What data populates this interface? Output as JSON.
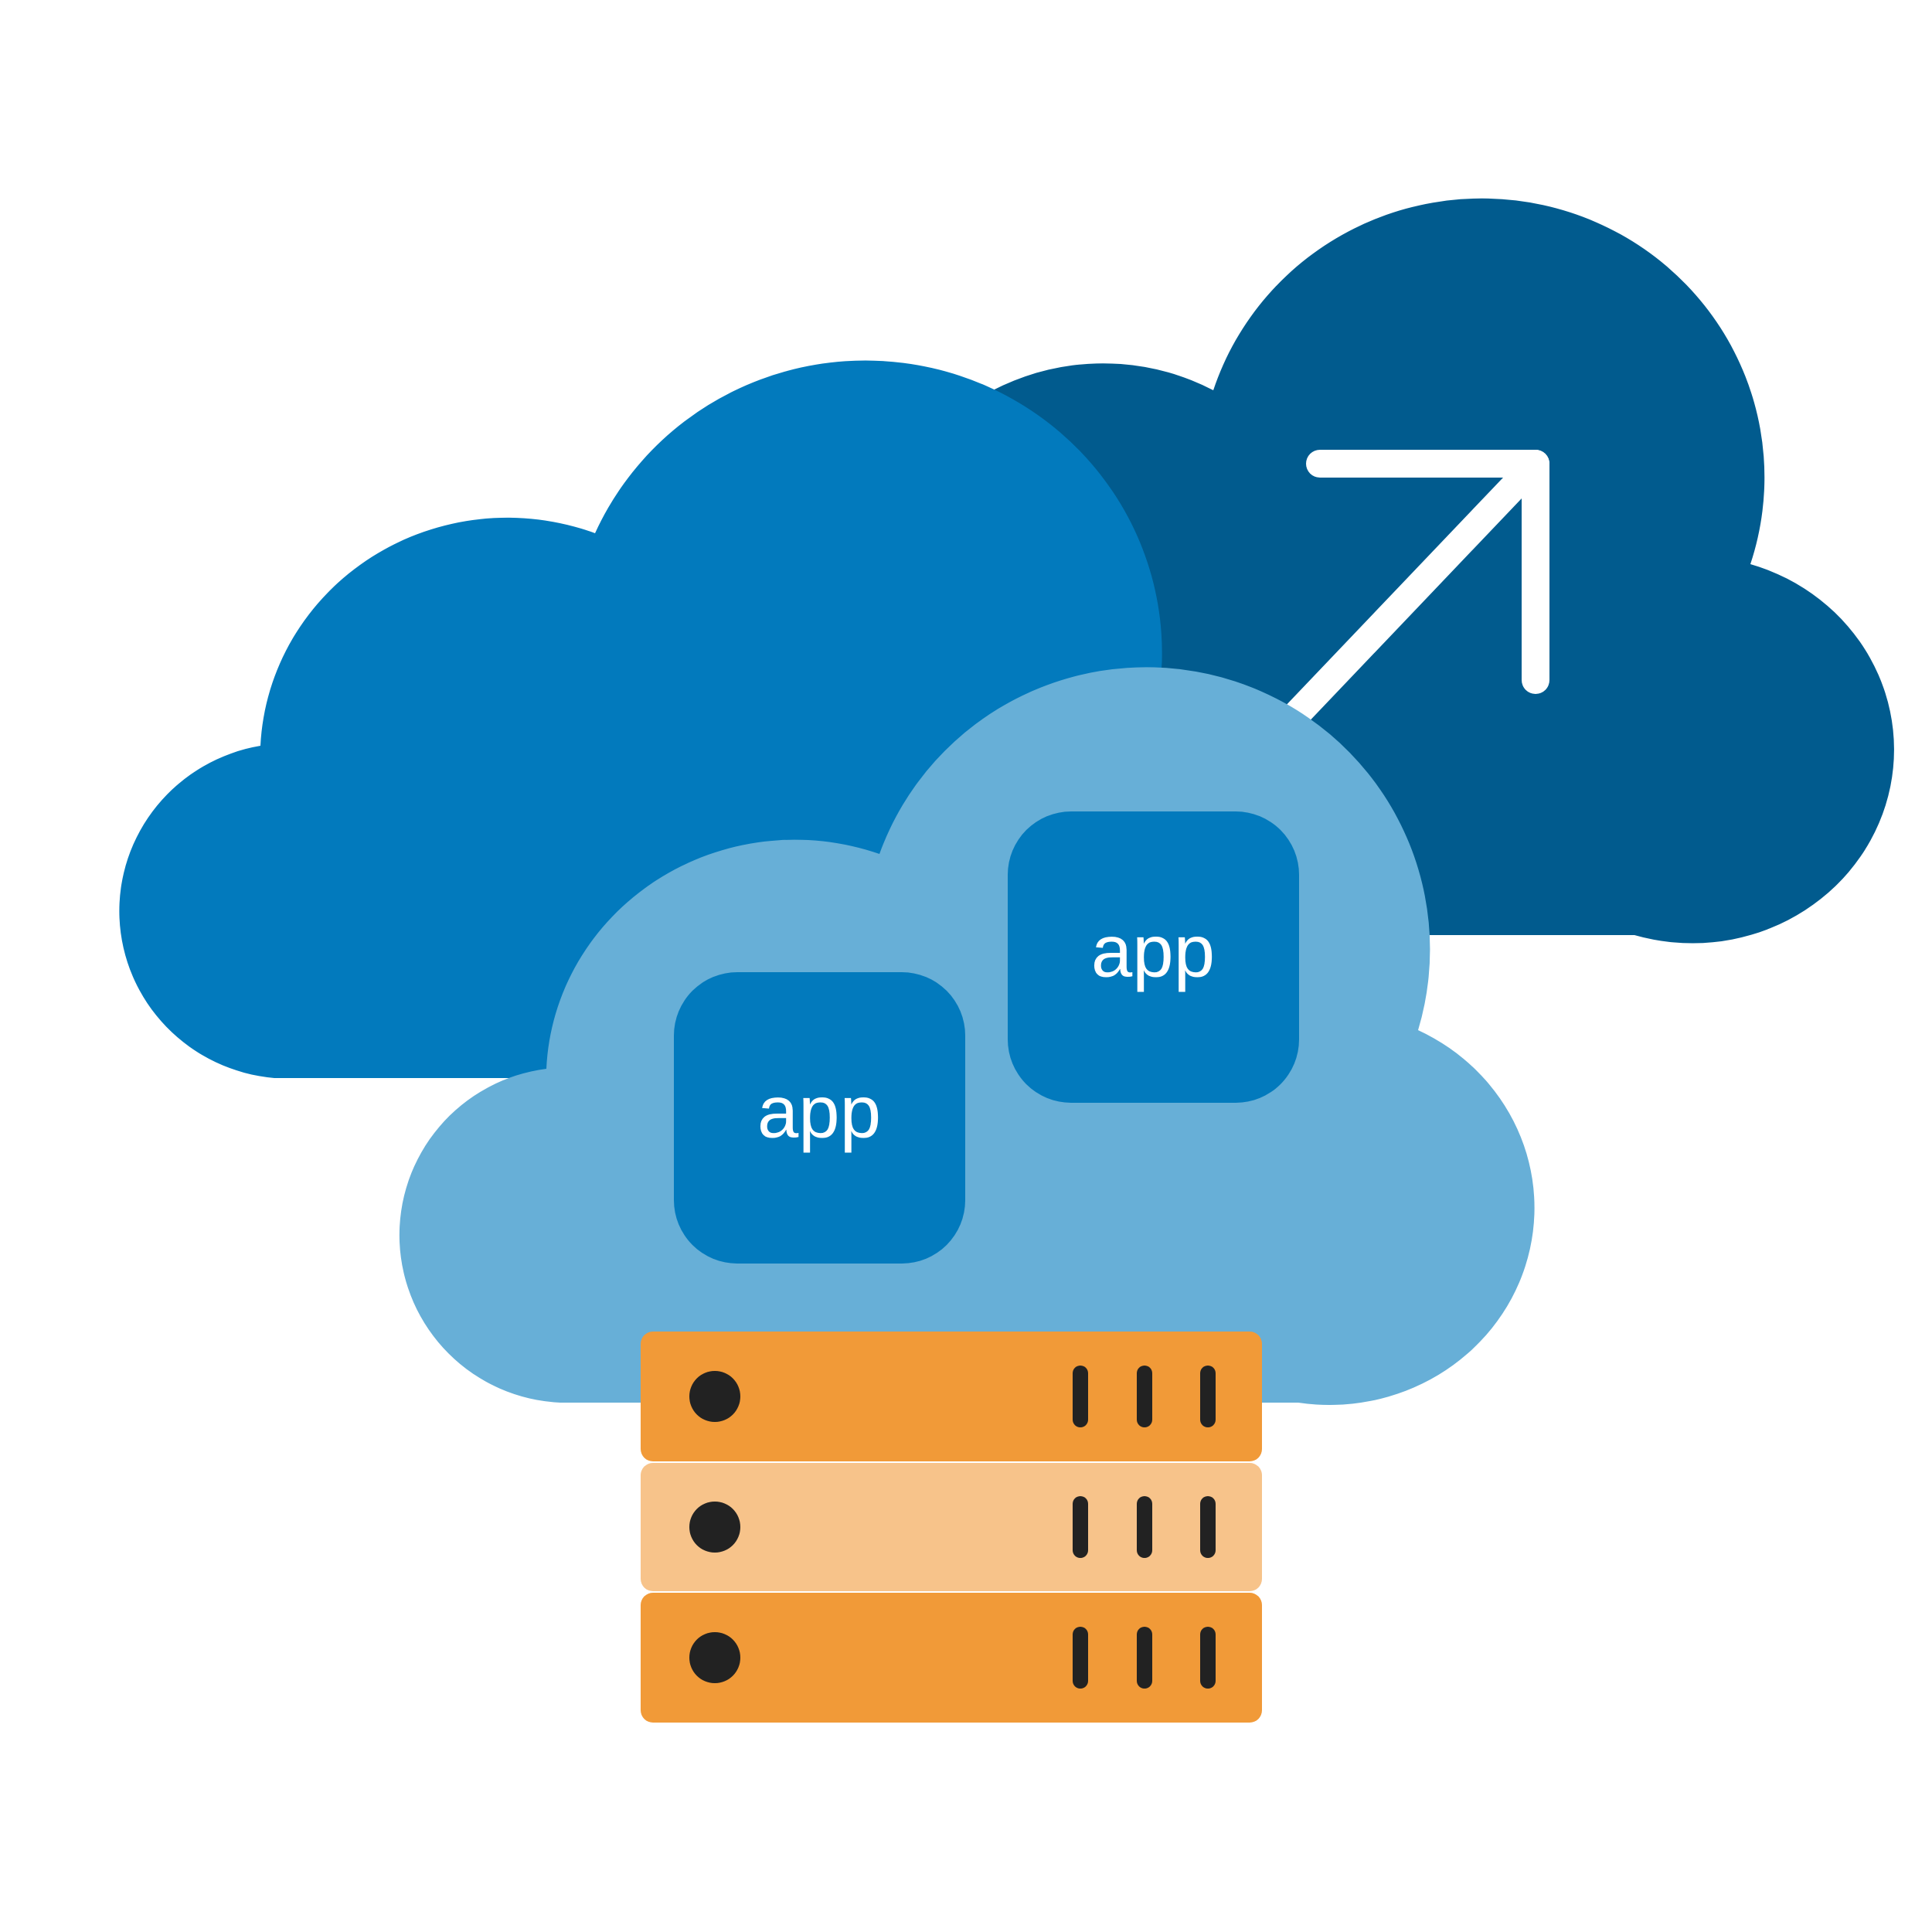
{
  "colors": {
    "background": "#ffffff",
    "cloud_back": "#015b8e",
    "cloud_middle": "#027abd",
    "cloud_front": "#67afd7",
    "app_tile": "#027abd",
    "app_text": "#ffffff",
    "arrow": "#ffffff",
    "server_dark": "#f19a38",
    "server_light": "#f7c38a",
    "server_detail": "#222222"
  },
  "icons": {
    "growth_arrow": "arrow-up-right-icon",
    "server": "server-stack-icon"
  },
  "apps": [
    {
      "label": "app"
    },
    {
      "label": "app"
    }
  ],
  "server_units": [
    {
      "tone": "dark"
    },
    {
      "tone": "light"
    },
    {
      "tone": "dark"
    }
  ]
}
